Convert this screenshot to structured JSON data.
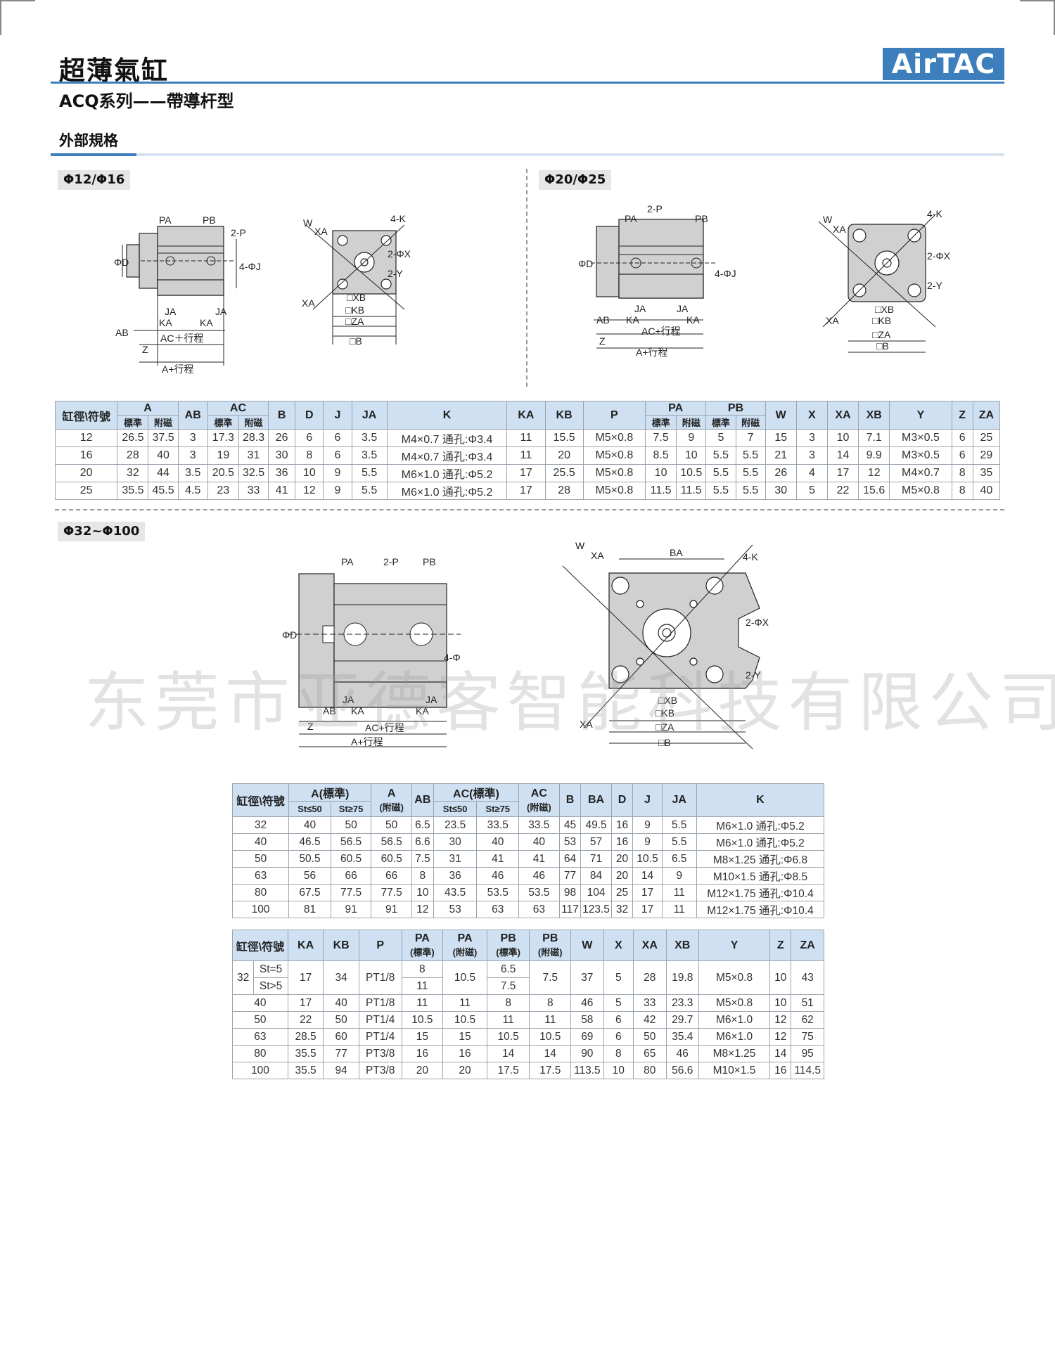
{
  "header": {
    "title": "超薄氣缸",
    "subtitle": "ACQ系列——帶導杆型",
    "brand": "AirTAC"
  },
  "section": {
    "title": "外部規格"
  },
  "colors": {
    "accent": "#3d7fbd",
    "header_bg": "#cfe0f2",
    "drawing_gray": "#cfcfcf",
    "rule_light": "#d6e4f2"
  },
  "diagrams": {
    "d1": {
      "badge": "Φ12/Φ16",
      "labels": [
        "PA",
        "PB",
        "2-P",
        "ΦD",
        "4-ΦJ",
        "JA",
        "JA",
        "KA",
        "KA",
        "AB",
        "AC＋行程",
        "Z",
        "A+行程",
        "W",
        "XA",
        "XA",
        "4-K",
        "2-ΦX",
        "2-Y",
        "□XB",
        "□KB",
        "□ZA",
        "□B"
      ]
    },
    "d2": {
      "badge": "Φ20/Φ25",
      "labels": [
        "2-P",
        "PA",
        "PB",
        "ΦD",
        "4-ΦJ",
        "JA",
        "JA",
        "AB",
        "KA",
        "KA",
        "AC+行程",
        "Z",
        "A+行程",
        "W",
        "XA",
        "XA",
        "4-K",
        "2-ΦX",
        "2-Y",
        "□XB",
        "□KB",
        "□ZA",
        "□B"
      ]
    },
    "d3": {
      "badge": "Φ32~Φ100",
      "labels": [
        "PA",
        "2-P",
        "PB",
        "ΦD",
        "4-ΦJ",
        "JA",
        "JA",
        "AB",
        "KA",
        "KA",
        "AC+行程",
        "Z",
        "A+行程",
        "W",
        "XA",
        "BA",
        "4-K",
        "2-ΦX",
        "2-Y",
        "XA",
        "□XB",
        "□KB",
        "□ZA",
        "□B"
      ]
    }
  },
  "table1": {
    "headers": {
      "bore": "缸徑\\符號",
      "A": "A",
      "AB": "AB",
      "AC": "AC",
      "B": "B",
      "D": "D",
      "J": "J",
      "JA": "JA",
      "K": "K",
      "KA": "KA",
      "KB": "KB",
      "P": "P",
      "PA": "PA",
      "PB": "PB",
      "W": "W",
      "X": "X",
      "XA": "XA",
      "XB": "XB",
      "Y": "Y",
      "Z": "Z",
      "ZA": "ZA",
      "std": "標準",
      "mag": "附磁"
    },
    "rows": [
      [
        "12",
        "26.5",
        "37.5",
        "3",
        "17.3",
        "28.3",
        "26",
        "6",
        "6",
        "3.5",
        "M4×0.7 通孔:Φ3.4",
        "11",
        "15.5",
        "M5×0.8",
        "7.5",
        "9",
        "5",
        "7",
        "15",
        "3",
        "10",
        "7.1",
        "M3×0.5",
        "6",
        "25"
      ],
      [
        "16",
        "28",
        "40",
        "3",
        "19",
        "31",
        "30",
        "8",
        "6",
        "3.5",
        "M4×0.7 通孔:Φ3.4",
        "11",
        "20",
        "M5×0.8",
        "8.5",
        "10",
        "5.5",
        "5.5",
        "21",
        "3",
        "14",
        "9.9",
        "M3×0.5",
        "6",
        "29"
      ],
      [
        "20",
        "32",
        "44",
        "3.5",
        "20.5",
        "32.5",
        "36",
        "10",
        "9",
        "5.5",
        "M6×1.0 通孔:Φ5.2",
        "17",
        "25.5",
        "M5×0.8",
        "10",
        "10.5",
        "5.5",
        "5.5",
        "26",
        "4",
        "17",
        "12",
        "M4×0.7",
        "8",
        "35"
      ],
      [
        "25",
        "35.5",
        "45.5",
        "4.5",
        "23",
        "33",
        "41",
        "12",
        "9",
        "5.5",
        "M6×1.0 通孔:Φ5.2",
        "17",
        "28",
        "M5×0.8",
        "11.5",
        "11.5",
        "5.5",
        "5.5",
        "30",
        "5",
        "22",
        "15.6",
        "M5×0.8",
        "8",
        "40"
      ]
    ]
  },
  "table2": {
    "headers": {
      "bore": "缸徑\\符號",
      "A_std": "A(標準)",
      "A_mag": "A",
      "A_mag2": "(附磁)",
      "AB": "AB",
      "AC_std": "AC(標準)",
      "AC_mag": "AC",
      "AC_mag2": "(附磁)",
      "B": "B",
      "BA": "BA",
      "D": "D",
      "J": "J",
      "JA": "JA",
      "K": "K",
      "st50": "St≤50",
      "st75": "St≥75"
    },
    "rows": [
      [
        "32",
        "40",
        "50",
        "50",
        "6.5",
        "23.5",
        "33.5",
        "33.5",
        "45",
        "49.5",
        "16",
        "9",
        "5.5",
        "M6×1.0 通孔:Φ5.2"
      ],
      [
        "40",
        "46.5",
        "56.5",
        "56.5",
        "6.6",
        "30",
        "40",
        "40",
        "53",
        "57",
        "16",
        "9",
        "5.5",
        "M6×1.0 通孔:Φ5.2"
      ],
      [
        "50",
        "50.5",
        "60.5",
        "60.5",
        "7.5",
        "31",
        "41",
        "41",
        "64",
        "71",
        "20",
        "10.5",
        "6.5",
        "M8×1.25 通孔:Φ6.8"
      ],
      [
        "63",
        "56",
        "66",
        "66",
        "8",
        "36",
        "46",
        "46",
        "77",
        "84",
        "20",
        "14",
        "9",
        "M10×1.5 通孔:Φ8.5"
      ],
      [
        "80",
        "67.5",
        "77.5",
        "77.5",
        "10",
        "43.5",
        "53.5",
        "53.5",
        "98",
        "104",
        "25",
        "17",
        "11",
        "M12×1.75 通孔:Φ10.4"
      ],
      [
        "100",
        "81",
        "91",
        "91",
        "12",
        "53",
        "63",
        "63",
        "117",
        "123.5",
        "32",
        "17",
        "11",
        "M12×1.75 通孔:Φ10.4"
      ]
    ]
  },
  "table3": {
    "headers": {
      "bore": "缸徑\\符號",
      "KA": "KA",
      "KB": "KB",
      "P": "P",
      "PA": "PA",
      "PB": "PB",
      "std": "(標準)",
      "mag": "(附磁)",
      "W": "W",
      "X": "X",
      "XA": "XA",
      "XB": "XB",
      "Y": "Y",
      "Z": "Z",
      "ZA": "ZA"
    },
    "row32": {
      "bore": "32",
      "st5": "St=5",
      "st5b": "St>5",
      "KA": "17",
      "KB": "34",
      "P": "PT1/8",
      "PA_std_a": "8",
      "PA_std_b": "11",
      "PA_mag": "10.5",
      "PB_std_a": "6.5",
      "PB_std_b": "7.5",
      "PB_mag": "7.5",
      "W": "37",
      "X": "5",
      "XA": "28",
      "XB": "19.8",
      "Y": "M5×0.8",
      "Z": "10",
      "ZA": "43"
    },
    "rows": [
      [
        "40",
        "17",
        "40",
        "PT1/8",
        "11",
        "11",
        "8",
        "8",
        "46",
        "5",
        "33",
        "23.3",
        "M5×0.8",
        "10",
        "51"
      ],
      [
        "50",
        "22",
        "50",
        "PT1/4",
        "10.5",
        "10.5",
        "11",
        "11",
        "58",
        "6",
        "42",
        "29.7",
        "M6×1.0",
        "12",
        "62"
      ],
      [
        "63",
        "28.5",
        "60",
        "PT1/4",
        "15",
        "15",
        "10.5",
        "10.5",
        "69",
        "6",
        "50",
        "35.4",
        "M6×1.0",
        "12",
        "75"
      ],
      [
        "80",
        "35.5",
        "77",
        "PT3/8",
        "16",
        "16",
        "14",
        "14",
        "90",
        "8",
        "65",
        "46",
        "M8×1.25",
        "14",
        "95"
      ],
      [
        "100",
        "35.5",
        "94",
        "PT3/8",
        "20",
        "20",
        "17.5",
        "17.5",
        "113.5",
        "10",
        "80",
        "56.6",
        "M10×1.5",
        "16",
        "114.5"
      ]
    ]
  },
  "watermark": "东莞市亚德客智能科技有限公司"
}
